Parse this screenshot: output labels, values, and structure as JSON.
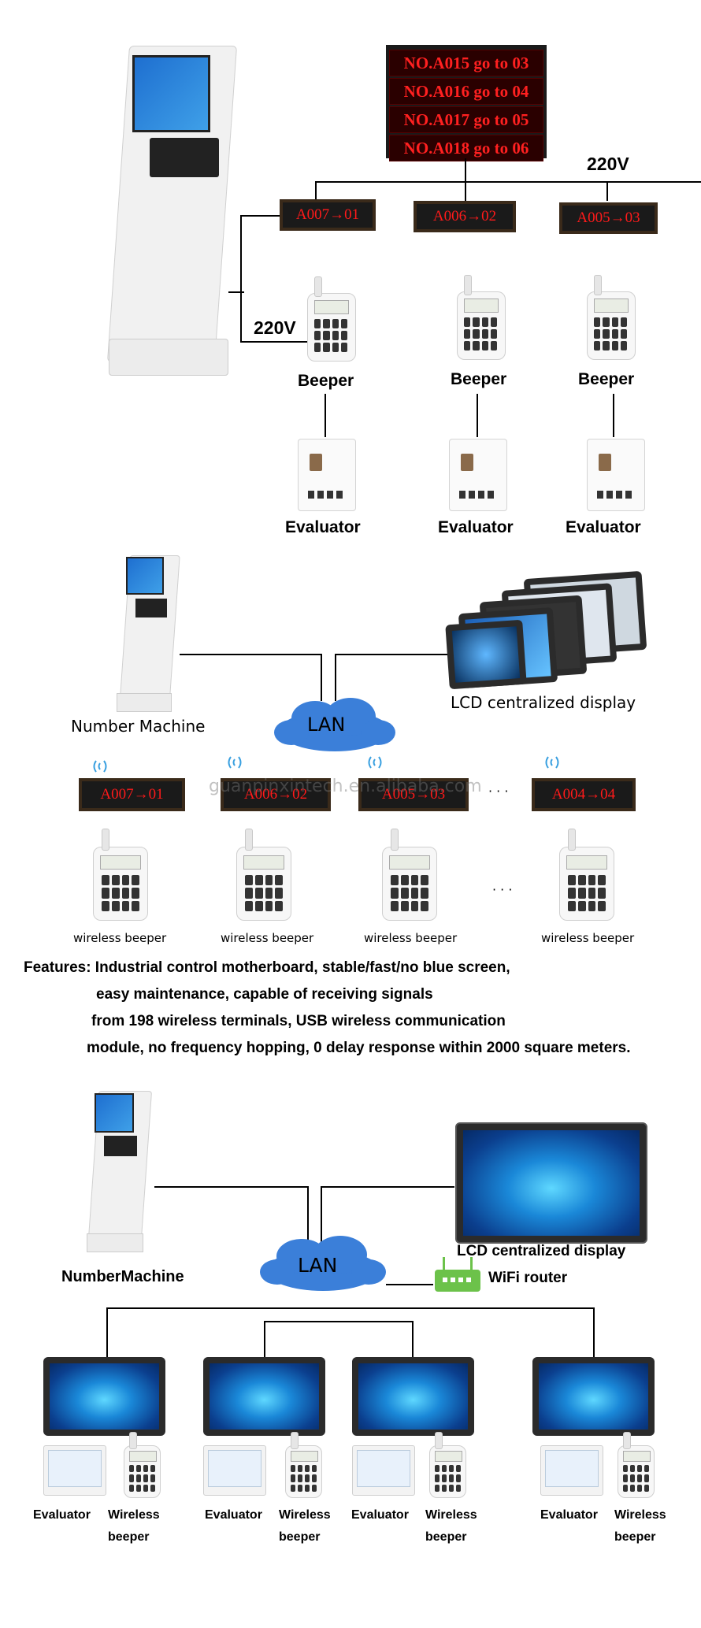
{
  "section1": {
    "big_display_rows": [
      "NO.A015 go to 03",
      "NO.A016 go to 04",
      "NO.A017 go to 05",
      "NO.A018 go to 06"
    ],
    "power_top": "220V",
    "power_left": "220V",
    "counter_displays": [
      "A007→01",
      "A006→02",
      "A005→03"
    ],
    "beeper_label": "Beeper",
    "evaluator_label": "Evaluator"
  },
  "section2": {
    "number_machine_label": "Number Machine",
    "lan_label": "LAN",
    "lcd_label": "LCD centralized display",
    "wireless_displays": [
      "A007→01",
      "A006→02",
      "A005→03",
      "A004→04"
    ],
    "ellipsis": "· · ·",
    "wireless_beeper_label": "wireless beeper",
    "watermark": "guanpinxintech.en.alibaba.com"
  },
  "features": {
    "lines": [
      "Features: Industrial control motherboard, stable/fast/no blue screen,",
      "easy maintenance, capable of receiving signals",
      "from 198 wireless terminals, USB wireless communication",
      "module, no frequency hopping, 0 delay response within 2000 square meters."
    ]
  },
  "section3": {
    "number_machine_label": "NumberMachine",
    "lan_label": "LAN",
    "lcd_label": "LCD centralized display",
    "router_label": "WiFi router",
    "evaluator_label": "Evaluator",
    "wireless_label_1": "Wireless",
    "wireless_label_2": "beeper"
  },
  "colors": {
    "led_red": "#ff1a1a",
    "cloud_blue": "#3b7fd9",
    "router_green": "#6cc24a"
  }
}
